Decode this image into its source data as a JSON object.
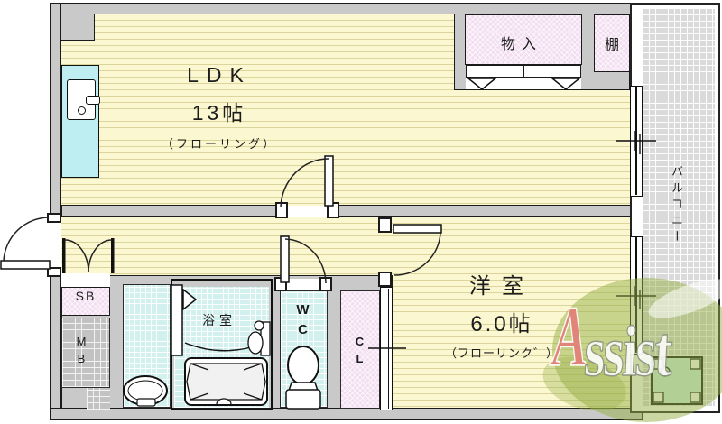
{
  "floorplan": {
    "rooms": {
      "ldk": {
        "label": "LDK",
        "size": "13帖",
        "floor": "（フローリング）"
      },
      "western": {
        "label": "洋室",
        "size": "6.0帖",
        "floor": "（フローリンク゛）"
      },
      "bathroom": {
        "label": "浴室"
      },
      "toilet": {
        "label": "WC"
      },
      "closet": {
        "label": "CL"
      },
      "storage": {
        "label": "物入"
      },
      "shelf": {
        "label": "棚"
      },
      "shoe_box": {
        "label": "SB"
      },
      "meter_box": {
        "label": "MB"
      },
      "balcony": {
        "label": "バルコニー"
      }
    },
    "watermark": {
      "full_text": "Assist",
      "initial": "A",
      "rest": "ssist"
    },
    "colors": {
      "wall": "#c9c9c9",
      "floor_yellow": "#fbf7d0",
      "tile_cyan": "#d2f1ee",
      "closet_pink": "#f3ddf1",
      "balcony_gray": "#dadada",
      "logo_green": "#96af46",
      "logo_red": "#e08578"
    }
  }
}
